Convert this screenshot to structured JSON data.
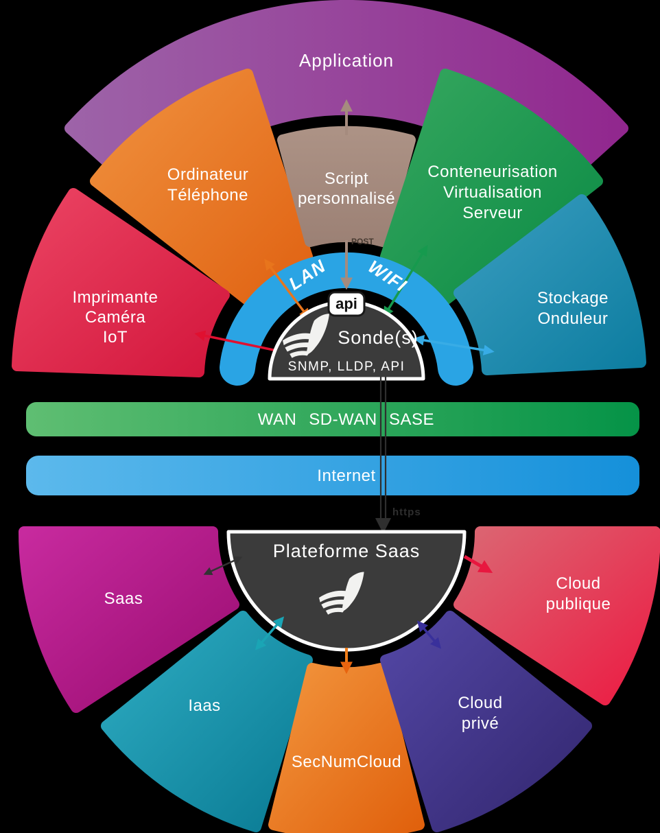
{
  "top": {
    "application": {
      "label": "Application"
    },
    "ordinateur": {
      "lines": [
        "Ordinateur",
        "Téléphone"
      ]
    },
    "script": {
      "lines": [
        "Script",
        "personnalisé"
      ]
    },
    "conteneurisation": {
      "lines": [
        "Conteneurisation",
        "Virtualisation",
        "Serveur"
      ]
    },
    "imprimante": {
      "lines": [
        "Imprimante",
        "Caméra",
        "IoT"
      ]
    },
    "stockage": {
      "lines": [
        "Stockage",
        "Onduleur"
      ]
    },
    "lan": "LAN",
    "wifi": "WIFI",
    "api_badge": "api",
    "post_label": "POST",
    "sonde": {
      "title": "Sonde(s)",
      "protocols": "SNMP, LLDP, API"
    }
  },
  "bands": {
    "wan": {
      "segments": [
        "WAN",
        "SD-WAN",
        "SASE"
      ]
    },
    "internet": {
      "label": "Internet"
    }
  },
  "link": {
    "protocol": "https"
  },
  "bottom": {
    "plateforme": {
      "title": "Plateforme Saas"
    },
    "saas": {
      "label": "Saas"
    },
    "iaas": {
      "label": "Iaas"
    },
    "secnumcloud": {
      "label": "SecNumCloud"
    },
    "cloud_prive": {
      "lines": [
        "Cloud",
        "privé"
      ]
    },
    "cloud_publique": {
      "lines": [
        "Cloud",
        "publique"
      ]
    }
  },
  "colors": {
    "background": "#000000",
    "application": "#93278f",
    "ordinateur": "#e8731f",
    "script": "#a58b7e",
    "conteneurisation": "#1d9750",
    "imprimante": "#dc2147",
    "stockage": "#1f8cb0",
    "lan_wifi_arc": "#2aa4e4",
    "dark_hub": "#3b3b3b",
    "wan_band": "#149a4f",
    "internet_band": "#2196dd",
    "saas": "#b01a85",
    "iaas": "#1b93a8",
    "secnumcloud": "#e9791f",
    "cloud_prive": "#41368c",
    "cloud_publique": "#e54058"
  }
}
